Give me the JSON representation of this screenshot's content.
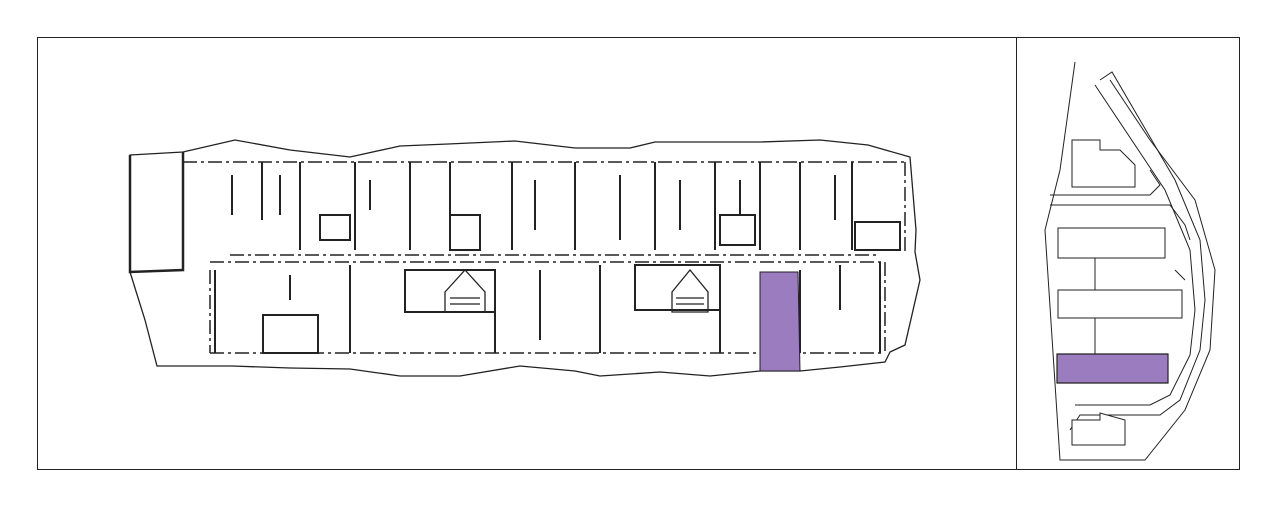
{
  "plan": {
    "title": "",
    "highlight_color": "#9b7cbf",
    "highlighted_unit": "selected-apartment",
    "line_color": "#222222"
  },
  "site_map": {
    "highlight_color": "#9b7cbf",
    "highlighted_building_index": 3,
    "building_count": 5
  }
}
